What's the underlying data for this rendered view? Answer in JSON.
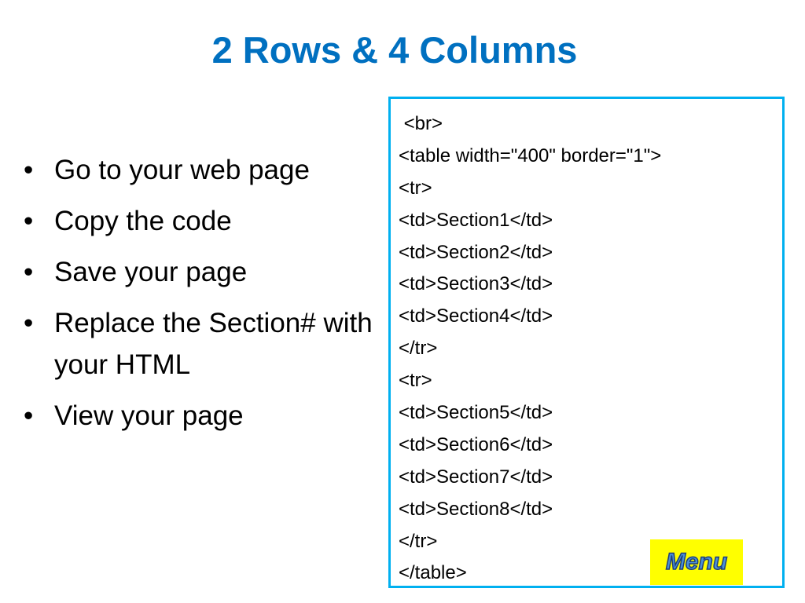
{
  "slide": {
    "title": "2 Rows & 4 Columns",
    "bullet_symbol": "•",
    "bullets": [
      "Go to your web page",
      "Copy the code",
      "Save your page",
      "Replace the Section# with your HTML",
      "View your page"
    ],
    "code_lines": [
      " <br>",
      "<table width=\"400\" border=\"1\">",
      "<tr>",
      "<td>Section1</td>",
      "<td>Section2</td>",
      "<td>Section3</td>",
      "<td>Section4</td>",
      "</tr>",
      "<tr>",
      "<td>Section5</td>",
      "<td>Section6</td>",
      "<td>Section7</td>",
      "<td>Section8</td>",
      "</tr>",
      "</table>"
    ],
    "menu_label": "Menu"
  },
  "colors": {
    "title": "#0070c0",
    "code_box_border": "#00b0f0",
    "menu_background": "#ffff00",
    "menu_text": "#4a90d9"
  }
}
